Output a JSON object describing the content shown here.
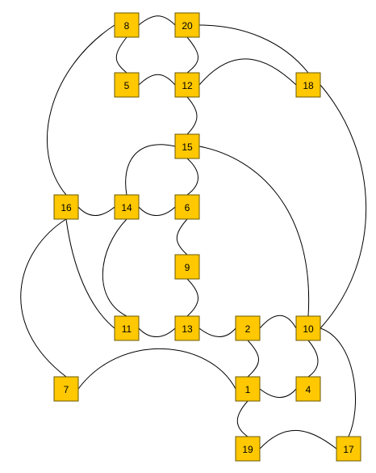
{
  "diagram": {
    "node_color": "#ffc800",
    "edge_color": "#000000",
    "nodes": [
      {
        "id": "8",
        "label": "8"
      },
      {
        "id": "20",
        "label": "20"
      },
      {
        "id": "5",
        "label": "5"
      },
      {
        "id": "12",
        "label": "12"
      },
      {
        "id": "18",
        "label": "18"
      },
      {
        "id": "15",
        "label": "15"
      },
      {
        "id": "16",
        "label": "16"
      },
      {
        "id": "14",
        "label": "14"
      },
      {
        "id": "6",
        "label": "6"
      },
      {
        "id": "9",
        "label": "9"
      },
      {
        "id": "11",
        "label": "11"
      },
      {
        "id": "13",
        "label": "13"
      },
      {
        "id": "2",
        "label": "2"
      },
      {
        "id": "10",
        "label": "10"
      },
      {
        "id": "7",
        "label": "7"
      },
      {
        "id": "1",
        "label": "1"
      },
      {
        "id": "4",
        "label": "4"
      },
      {
        "id": "19",
        "label": "19"
      },
      {
        "id": "17",
        "label": "17"
      }
    ],
    "edges": [
      {
        "from": "8",
        "to": "20"
      },
      {
        "from": "8",
        "to": "5"
      },
      {
        "from": "8",
        "to": "16"
      },
      {
        "from": "20",
        "to": "12"
      },
      {
        "from": "20",
        "to": "18"
      },
      {
        "from": "5",
        "to": "12"
      },
      {
        "from": "12",
        "to": "18"
      },
      {
        "from": "12",
        "to": "15"
      },
      {
        "from": "18",
        "to": "10"
      },
      {
        "from": "15",
        "to": "14"
      },
      {
        "from": "15",
        "to": "6"
      },
      {
        "from": "15",
        "to": "10"
      },
      {
        "from": "16",
        "to": "14"
      },
      {
        "from": "16",
        "to": "11"
      },
      {
        "from": "16",
        "to": "7"
      },
      {
        "from": "14",
        "to": "6"
      },
      {
        "from": "14",
        "to": "11"
      },
      {
        "from": "6",
        "to": "9"
      },
      {
        "from": "9",
        "to": "13"
      },
      {
        "from": "11",
        "to": "13"
      },
      {
        "from": "13",
        "to": "2"
      },
      {
        "from": "2",
        "to": "10"
      },
      {
        "from": "2",
        "to": "1"
      },
      {
        "from": "10",
        "to": "4"
      },
      {
        "from": "10",
        "to": "17"
      },
      {
        "from": "7",
        "to": "1"
      },
      {
        "from": "1",
        "to": "4"
      },
      {
        "from": "1",
        "to": "19"
      },
      {
        "from": "19",
        "to": "17"
      }
    ]
  }
}
